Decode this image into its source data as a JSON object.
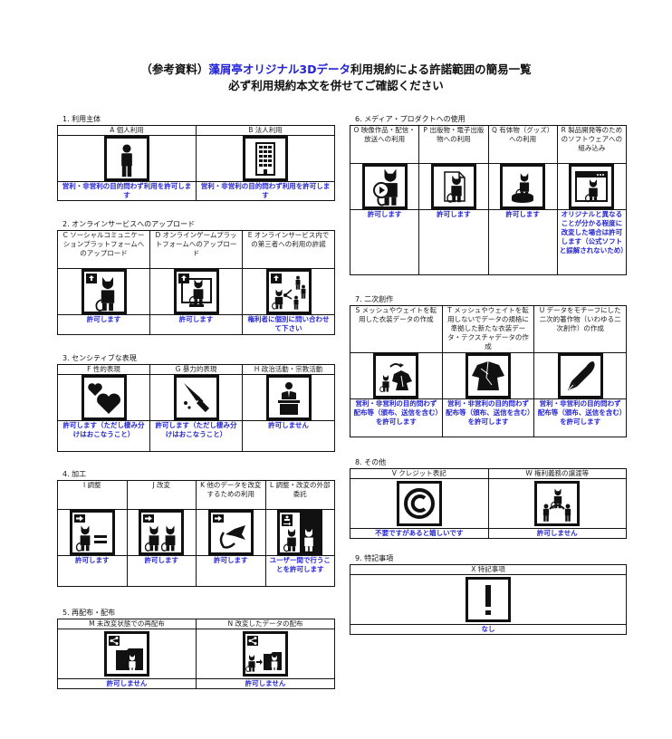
{
  "title": {
    "prefix": "（参考資料）",
    "brand": "藻屑亭オリジナル3Dデータ",
    "suffix": "利用規約による許諾範囲の簡易一覧",
    "line2": "必ず利用規約本文を併せてご確認ください"
  },
  "colors": {
    "brand": "#2323d6",
    "result": "#2727d0",
    "border": "#111111"
  },
  "sections": {
    "s1": {
      "label": "1. 利用主体",
      "items": [
        {
          "header": "A 個人利用",
          "icon": "person-icon",
          "result": "営利・非営利の目的問わず利用を許可します"
        },
        {
          "header": "B 法人利用",
          "icon": "building-icon",
          "result": "営利・非営利の目的問わず利用を許可します"
        }
      ]
    },
    "s2": {
      "label": "2. オンラインサービスへのアップロード",
      "items": [
        {
          "header": "C ソーシャルコミュニケーションプラットフォームへのアップロード",
          "icon": "upload-avatar-icon",
          "result": "許可します"
        },
        {
          "header": "D オンラインゲームプラットフォームへのアップロード",
          "icon": "upload-monitor-icon",
          "result": "許可します"
        },
        {
          "header": "E オンラインサービス内での第三者への利用の許諾",
          "icon": "upload-share-icon",
          "result": "権利者に個別に問い合わせて下さい"
        }
      ]
    },
    "s3": {
      "label": "3. センシティブな表現",
      "items": [
        {
          "header": "F 性的表現",
          "icon": "hearts-icon",
          "result": "許可します（ただし棲み分けはおこなうこと）"
        },
        {
          "header": "G 暴力的表現",
          "icon": "knife-icon",
          "result": "許可します（ただし棲み分けはおこなうこと）"
        },
        {
          "header": "H 政治活動・宗教活動",
          "icon": "podium-icon",
          "result": "許可しません"
        }
      ]
    },
    "s4": {
      "label": "4. 加工",
      "items": [
        {
          "header": "I 調整",
          "icon": "adjust-icon",
          "result": "許可します"
        },
        {
          "header": "J 改変",
          "icon": "modify-icon",
          "result": "許可します"
        },
        {
          "header": "K 他のデータを改変するための利用",
          "icon": "reuse-icon",
          "result": "許可します"
        },
        {
          "header": "L 調整・改変の外部委託",
          "icon": "outsource-icon",
          "result": "ユーザー間で行うことを許可します"
        }
      ]
    },
    "s5": {
      "label": "5. 再配布・配布",
      "items": [
        {
          "header": "M 未改変状態での再配布",
          "icon": "share-folder-icon",
          "result": "許可しません"
        },
        {
          "header": "N 改変したデータの配布",
          "icon": "share-modified-icon",
          "result": "許可しません"
        }
      ]
    },
    "s6": {
      "label": "6. メディア・プロダクトへの使用",
      "items": [
        {
          "header": "O 映像作品・配信・放送への利用",
          "icon": "video-icon",
          "result": "許可します"
        },
        {
          "header": "P 出版物・電子出版物への利用",
          "icon": "publication-icon",
          "result": "許可します"
        },
        {
          "header": "Q 有体物（グッズ）への利用",
          "icon": "figure-icon",
          "result": "許可します"
        },
        {
          "header": "R 製品開発等のためのソフトウェアへの組み込み",
          "icon": "software-icon",
          "result": "オリジナルと異なることが分かる程度に改変した場合は許可します（公式ソフトと誤解されないため）"
        }
      ]
    },
    "s7": {
      "label": "7. 二次創作",
      "items": [
        {
          "header": "S メッシュやウェイトを転用した衣装データの作成",
          "icon": "costume-transfer-icon",
          "result": "営利・非営利の目的問わず配布等（頒布、送信を含む）を許可します"
        },
        {
          "header": "T メッシュやウェイトを転用しないでデータの規格に準拠した新たな衣装データ・テクスチャデータの作成",
          "icon": "costume-icon",
          "result": "営利・非営利の目的問わず配布等（頒布、送信を含む）を許可します"
        },
        {
          "header": "U データをモチーフにした二次的著作物（いわゆる二次創作）の作成",
          "icon": "pen-icon",
          "result": "営利・非営利の目的問わず配布等（頒布、送信を含む）を許可します"
        }
      ]
    },
    "s8": {
      "label": "8. その他",
      "items": [
        {
          "header": "V クレジット表記",
          "icon": "copyright-icon",
          "result": "不要ですがあると嬉しいです"
        },
        {
          "header": "W 権利義務の譲渡等",
          "icon": "transfer-icon",
          "result": "許可しません"
        }
      ]
    },
    "s9": {
      "label": "9. 特記事項",
      "items": [
        {
          "header": "X 特記事項",
          "icon": "exclamation-icon",
          "result": "なし"
        }
      ]
    }
  }
}
